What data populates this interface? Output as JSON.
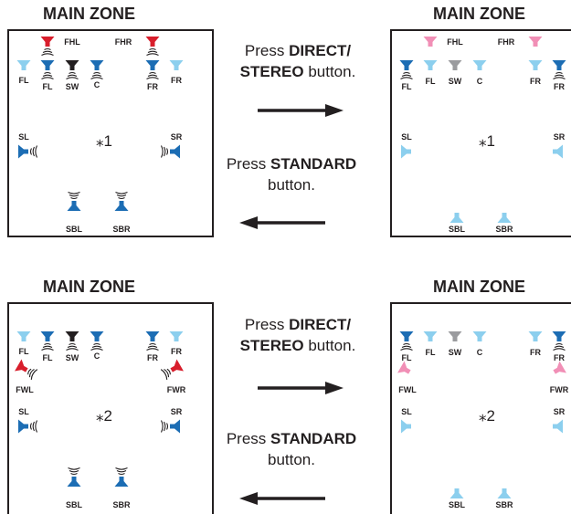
{
  "colors": {
    "active": "#1c6db4",
    "inactive": "#8ccfee",
    "subwoofer_active": "#231f20",
    "subwoofer_inactive": "#9a9b9e",
    "height_active": "#d81e2c",
    "height_inactive": "#f18fb6",
    "line": "#231f20"
  },
  "zone_title": "MAIN ZONE",
  "instructions": {
    "direct_press": "Press",
    "direct_button": "DIRECT/",
    "direct_button_2": "STEREO",
    "direct_suffix": "button.",
    "standard_press": "Press",
    "standard_button": "STANDARD",
    "standard_suffix": "button."
  },
  "diagrams": {
    "top_left": {
      "title": "MAIN ZONE",
      "note": "⁎1",
      "labels": {
        "fhl": "FHL",
        "fhr": "FHR",
        "fl_outer": "FL",
        "fl_inner": "FL",
        "sw": "SW",
        "c": "C",
        "fr_inner": "FR",
        "fr_outer": "FR",
        "sl": "SL",
        "sr": "SR",
        "sbl": "SBL",
        "sbr": "SBR"
      }
    },
    "top_right": {
      "title": "MAIN ZONE",
      "note": "⁎1",
      "labels": {
        "fhl": "FHL",
        "fhr": "FHR",
        "fl_outer": "FL",
        "fl_inner": "FL",
        "sw": "SW",
        "c": "C",
        "fr_inner": "FR",
        "fr_outer": "FR",
        "sl": "SL",
        "sr": "SR",
        "sbl": "SBL",
        "sbr": "SBR"
      }
    },
    "bottom_left": {
      "title": "MAIN ZONE",
      "note": "⁎2",
      "labels": {
        "fl_outer": "FL",
        "fl_inner": "FL",
        "sw": "SW",
        "c": "C",
        "fr_inner": "FR",
        "fr_outer": "FR",
        "fwl": "FWL",
        "fwr": "FWR",
        "sl": "SL",
        "sr": "SR",
        "sbl": "SBL",
        "sbr": "SBR"
      }
    },
    "bottom_right": {
      "title": "MAIN ZONE",
      "note": "⁎2",
      "labels": {
        "fl_outer": "FL",
        "fl_inner": "FL",
        "sw": "SW",
        "c": "C",
        "fr_inner": "FR",
        "fr_outer": "FR",
        "fwl": "FWL",
        "fwr": "FWR",
        "sl": "SL",
        "sr": "SR",
        "sbl": "SBL",
        "sbr": "SBR"
      }
    }
  }
}
